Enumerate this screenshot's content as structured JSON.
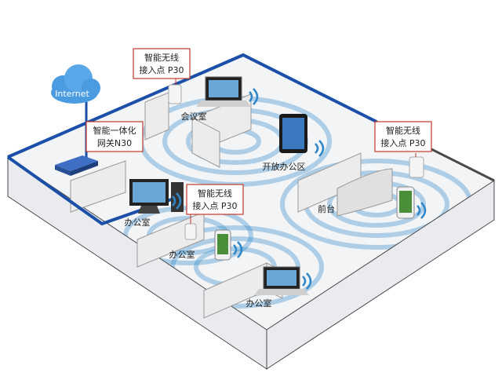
{
  "cloud": {
    "label": "Internet",
    "icon": "cloud-icon"
  },
  "gateway": {
    "line1": "智能一体化",
    "line2": "网关N30",
    "icon": "router-icon"
  },
  "access_points": [
    {
      "line1": "智能无线",
      "line2": "接入点 P30"
    },
    {
      "line1": "智能无线",
      "line2": "接入点 P30"
    },
    {
      "line1": "智能无线",
      "line2": "接入点 P30"
    }
  ],
  "rooms": {
    "meeting": "会议室",
    "open_office": "开放办公区",
    "front_desk": "前台",
    "office_left": "办公室",
    "office_mid": "办公室",
    "office_bottom": "办公室"
  },
  "colors": {
    "network_line": "#1b4fa8",
    "wall_outline": "#4a4a4a",
    "wifi_wave": "#2f86c8",
    "callout_border": "#c0392b"
  }
}
